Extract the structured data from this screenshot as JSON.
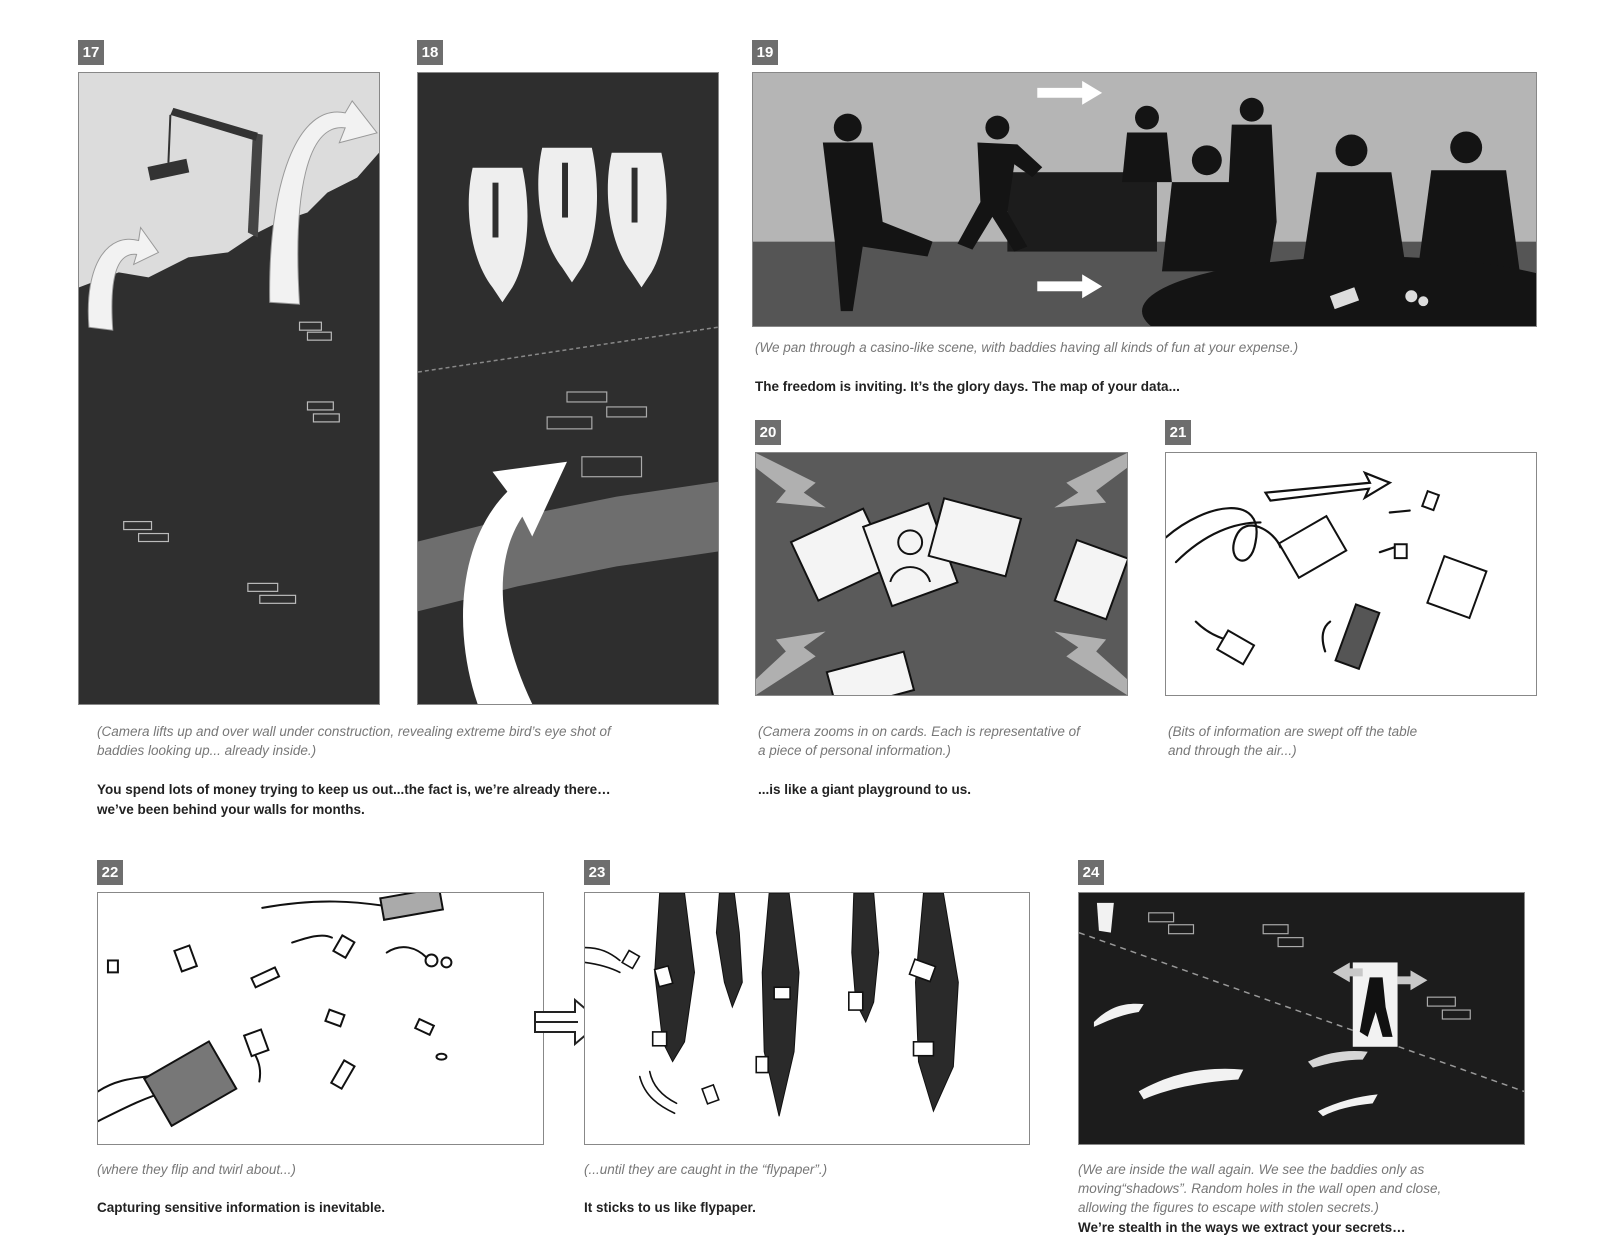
{
  "panels": [
    {
      "number": "17"
    },
    {
      "number": "18"
    },
    {
      "number": "19"
    },
    {
      "number": "20"
    },
    {
      "number": "21"
    },
    {
      "number": "22"
    },
    {
      "number": "23"
    },
    {
      "number": "24"
    }
  ],
  "captions": {
    "c17_18": "(Camera lifts up and over wall under construction, revealing extreme bird’s eye shot of\nbaddies looking up... already inside.)",
    "c19": "(We pan through a casino-like scene, with baddies having all kinds of fun at your expense.)",
    "c20": "(Camera zooms in on cards. Each is representative of\na piece of personal information.)",
    "c21": "(Bits of information are swept off the table\nand through the air...)",
    "c22": "(where they flip and twirl about...)",
    "c23": "(...until they are caught in the “flypaper”.)",
    "c24": "(We are inside the wall again. We see the baddies only as\nmoving“shadows”. Random holes in the wall open and close,\nallowing the figures to escape with stolen secrets.)"
  },
  "narration": {
    "n17_18": "You spend lots of money trying to keep us out...the fact is, we’re already there…\nwe’ve been behind your walls for months.",
    "n19": "The freedom is inviting. It’s the glory days. The map of your data...",
    "n20": "...is like a giant playground to us.",
    "n22": "Capturing sensitive information is inevitable.",
    "n23": "It sticks to us like flypaper.",
    "n24": "We’re stealth in the ways we extract your secrets…"
  },
  "colors": {
    "number_badge": "#6e6e6e",
    "dark_fill": "#2f2f2f",
    "mid_gray": "#7a7a7a",
    "light_gray": "#d8d8d8",
    "caption_text": "#777777",
    "narration_text": "#222222"
  }
}
